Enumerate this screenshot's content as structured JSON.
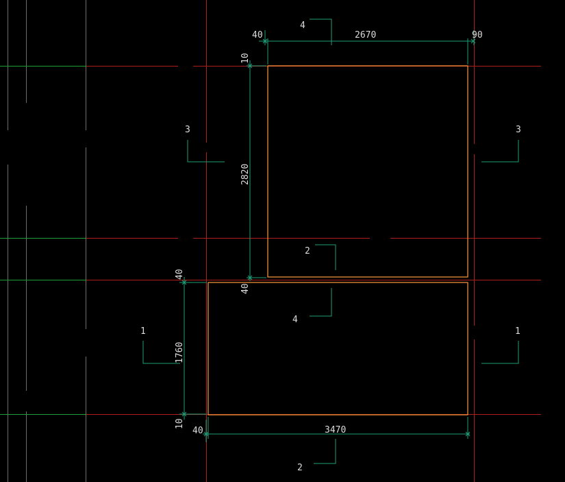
{
  "colors": {
    "background": "#000000",
    "grid_red": "#b01e1e",
    "grid_green": "#1fa03a",
    "grid_gray": "#7a7a7a",
    "dimension": "#1e9e78",
    "panel_outline": "#ff9a3a"
  },
  "dimensions": {
    "top_left_offset": "40",
    "top_width": "2670",
    "top_right_offset": "90",
    "upper_top_offset": "10",
    "upper_height": "2820",
    "upper_bottom_offset": "40",
    "lower_top_offset": "40",
    "lower_height": "1760",
    "lower_bottom_offset": "10",
    "bottom_left_offset": "40",
    "bottom_width": "3470"
  },
  "tags": {
    "top_center": "4",
    "upper_left": "3",
    "upper_right": "3",
    "upper_inner": "2",
    "lower_inner": "4",
    "lower_left": "1",
    "lower_right": "1",
    "bottom_center": "2"
  }
}
